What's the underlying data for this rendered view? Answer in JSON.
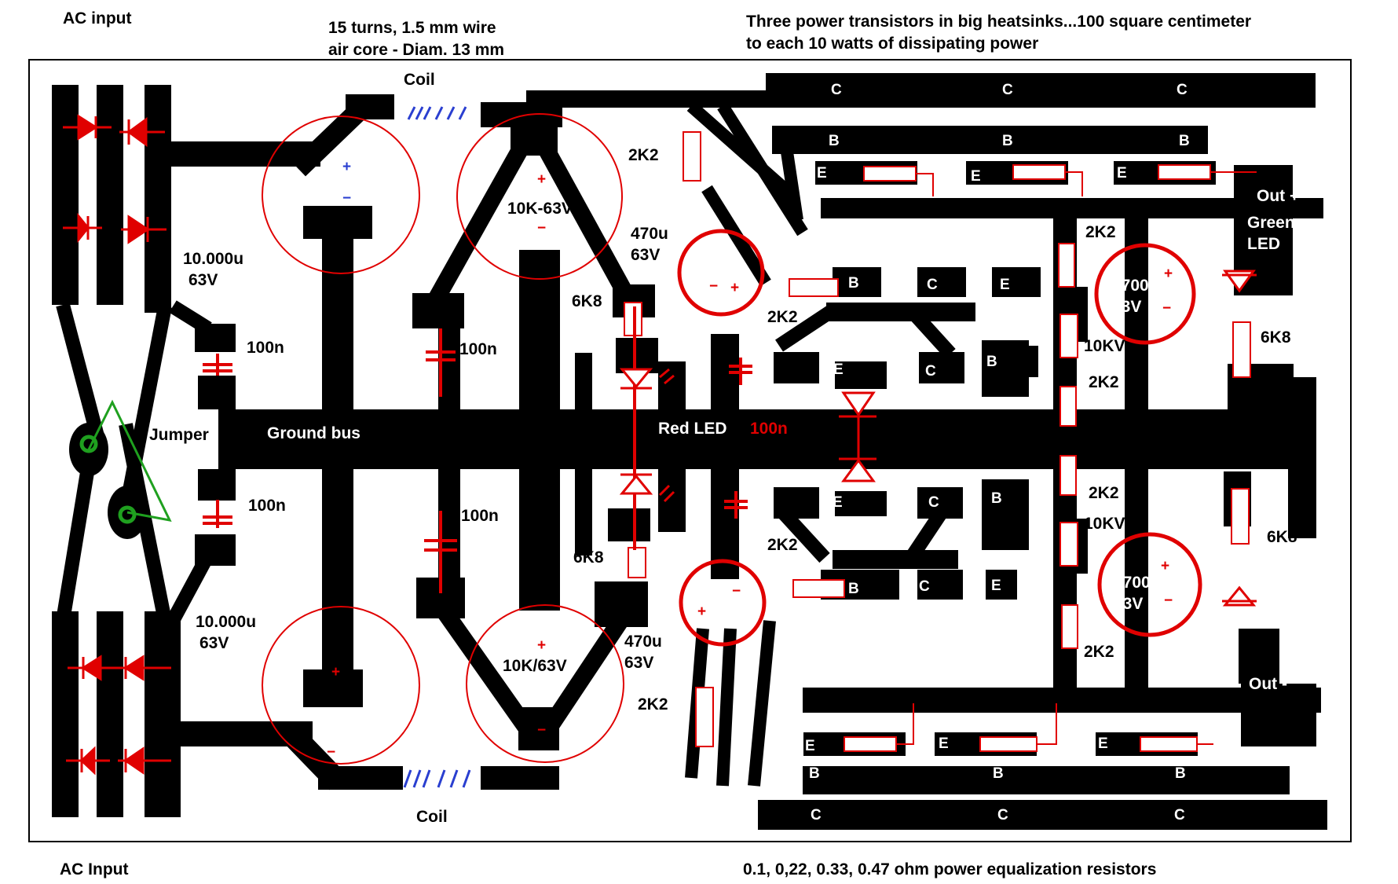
{
  "notes": {
    "ac_input_top": "AC input",
    "ac_input_bottom": "AC Input",
    "coil_spec_line1": "15 turns, 1.5 mm wire",
    "coil_spec_line2": "air core - Diam. 13 mm",
    "heatsink_line1": "Three power transistors in big heatsinks...100 square centimeter",
    "heatsink_line2": "to each 10 watts of dissipating power",
    "resistor_note": "0.1, 0,22, 0.33, 0.47 ohm power equalization resistors"
  },
  "labels": {
    "coil_top": "Coil",
    "coil_bottom": "Coil",
    "jumper": "Jumper",
    "ground_bus": "Ground bus",
    "red_led": "Red LED",
    "cap_100n_red": "100n",
    "filter_cap_top_val": "10.000u",
    "filter_cap_top_v": "63V",
    "filter_cap_bot_val": "10.000u",
    "filter_cap_bot_v": "63V",
    "cap_100n_a": "100n",
    "cap_100n_b": "100n",
    "cap_100n_c": "100n",
    "cap_100n_d": "100n",
    "ecap_top": "10K-63V",
    "ecap_bot": "10K/63V",
    "res_2k2_a": "2K2",
    "res_2k2_b": "2K2",
    "res_2k2_c": "2K2",
    "res_2k2_d": "2K2",
    "res_2k2_e": "2K2",
    "res_2k2_f": "2K2",
    "res_2k2_g": "2K2",
    "res_2k2_h": "2K2",
    "cap_470u_top": "470u",
    "cap_470u_top_v": "63V",
    "cap_470u_bot": "470u",
    "cap_470u_bot_v": "63V",
    "res_6k8_a": "6K8",
    "res_6k8_b": "6K8",
    "res_6k8_c": "6K8",
    "res_6k8_d": "6K8",
    "pot_top": "10KV",
    "pot_bot": "10KV",
    "cap_4700u_top": "4700u",
    "cap_4700u_top_v": "63V",
    "cap_4700u_bot": "4700u",
    "cap_4700u_bot_v": "63V",
    "out_plus": "Out +",
    "out_minus": "Out -",
    "green_led_1": "Green",
    "green_led_2": "LED",
    "pin_c": "C",
    "pin_b": "B",
    "pin_e": "E",
    "plus": "+",
    "minus": "−"
  },
  "colors": {
    "trace": "#000000",
    "component": "#e00000",
    "jumper": "#1fa01f",
    "coil": "#2a3fd0"
  }
}
